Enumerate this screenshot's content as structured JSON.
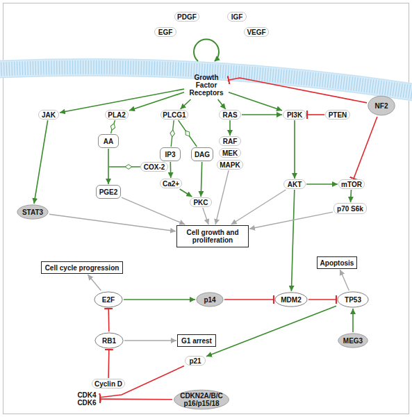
{
  "diagram": {
    "nodes": [
      {
        "text": [
          "EGF"
        ]
      },
      {
        "text": [
          "PDGF"
        ]
      },
      {
        "text": [
          "IGF"
        ]
      },
      {
        "text": [
          "VEGF"
        ]
      },
      {
        "text": [
          "Growth Factor Receptors"
        ]
      },
      {
        "text": [
          "JAK"
        ]
      },
      {
        "text": [
          "PLA2"
        ]
      },
      {
        "text": [
          "PLCG1"
        ]
      },
      {
        "text": [
          "RAS"
        ]
      },
      {
        "text": [
          "PI3K"
        ]
      },
      {
        "text": [
          "PTEN"
        ]
      },
      {
        "text": [
          "NF2"
        ]
      },
      {
        "text": [
          "AA"
        ]
      },
      {
        "text": [
          "COX-2"
        ]
      },
      {
        "text": [
          "IP3"
        ]
      },
      {
        "text": [
          "DAG"
        ]
      },
      {
        "text": [
          "RAF"
        ]
      },
      {
        "text": [
          "MEK"
        ]
      },
      {
        "text": [
          "MAPK"
        ]
      },
      {
        "text": [
          "AKT"
        ]
      },
      {
        "text": [
          "mTOR"
        ]
      },
      {
        "text": [
          "Ca2+"
        ]
      },
      {
        "text": [
          "PGE2"
        ]
      },
      {
        "text": [
          "PKC"
        ]
      },
      {
        "text": [
          "p70 S6k"
        ]
      },
      {
        "text": [
          "STAT3"
        ]
      },
      {
        "text": [
          "Cell growth and proliferation"
        ]
      },
      {
        "text": [
          "Cell cycle progression"
        ]
      },
      {
        "text": [
          "Apoptosis"
        ]
      },
      {
        "text": [
          "E2F"
        ]
      },
      {
        "text": [
          "p14"
        ]
      },
      {
        "text": [
          "MDM2"
        ]
      },
      {
        "text": [
          "TP53"
        ]
      },
      {
        "text": [
          "RB1"
        ]
      },
      {
        "text": [
          "G1 arrest"
        ]
      },
      {
        "text": [
          "MEG3"
        ]
      },
      {
        "text": [
          "p21"
        ]
      },
      {
        "text": [
          "Cyclin D"
        ]
      },
      {
        "text": [
          "CDK4 CDK6"
        ]
      },
      {
        "text": [
          "CDKN2A/B/C p16/p15/18"
        ]
      }
    ],
    "edges": [
      {
        "from": 4,
        "to": 5,
        "arrow": "to"
      },
      {
        "from": 4,
        "to": 6,
        "arrow": "to"
      },
      {
        "from": 4,
        "to": 7,
        "arrow": "to"
      },
      {
        "from": 4,
        "to": 8,
        "arrow": "to"
      },
      {
        "from": 4,
        "to": 9,
        "arrow": "to"
      },
      {
        "from": 11,
        "to": 4,
        "arrow": "to"
      },
      {
        "from": 11,
        "to": 20,
        "arrow": "to"
      },
      {
        "from": 10,
        "to": 9,
        "arrow": "to"
      },
      {
        "from": 8,
        "to": 9,
        "arrow": "to"
      },
      {
        "from": 8,
        "to": 16,
        "arrow": "to"
      },
      {
        "from": 5,
        "to": 25,
        "arrow": "to"
      },
      {
        "from": 6,
        "to": 12,
        "arrow": "none"
      },
      {
        "from": 7,
        "to": 14,
        "arrow": "none"
      },
      {
        "from": 7,
        "to": 15,
        "arrow": "none"
      },
      {
        "from": 12,
        "to": 22,
        "arrow": "to"
      },
      {
        "from": 14,
        "to": 21,
        "arrow": "to"
      },
      {
        "from": 15,
        "to": 23,
        "arrow": "to"
      },
      {
        "from": 21,
        "to": 23,
        "arrow": "to"
      },
      {
        "from": 9,
        "to": 19,
        "arrow": "to"
      },
      {
        "from": 19,
        "to": 20,
        "arrow": "to"
      },
      {
        "from": 20,
        "to": 24,
        "arrow": "to"
      },
      {
        "from": 19,
        "to": 31,
        "arrow": "to"
      },
      {
        "from": 25,
        "to": 26,
        "arrow": "to"
      },
      {
        "from": 22,
        "to": 26,
        "arrow": "to"
      },
      {
        "from": 23,
        "to": 26,
        "arrow": "to"
      },
      {
        "from": 18,
        "to": 26,
        "arrow": "to"
      },
      {
        "from": 19,
        "to": 26,
        "arrow": "to"
      },
      {
        "from": 24,
        "to": 26,
        "arrow": "to"
      },
      {
        "from": 29,
        "to": 27,
        "arrow": "to"
      },
      {
        "from": 29,
        "to": 30,
        "arrow": "to"
      },
      {
        "from": 30,
        "to": 31,
        "arrow": "to"
      },
      {
        "from": 31,
        "to": 32,
        "arrow": "to"
      },
      {
        "from": 32,
        "to": 28,
        "arrow": "to"
      },
      {
        "from": 35,
        "to": 32,
        "arrow": "to"
      },
      {
        "from": 32,
        "to": 36,
        "arrow": "to"
      },
      {
        "from": 33,
        "to": 29,
        "arrow": "to"
      },
      {
        "from": 33,
        "to": 34,
        "arrow": "to"
      },
      {
        "from": 37,
        "to": 33,
        "arrow": "to"
      },
      {
        "from": 36,
        "to": 38,
        "arrow": "to"
      },
      {
        "from": 39,
        "to": 38,
        "arrow": "to"
      }
    ]
  }
}
